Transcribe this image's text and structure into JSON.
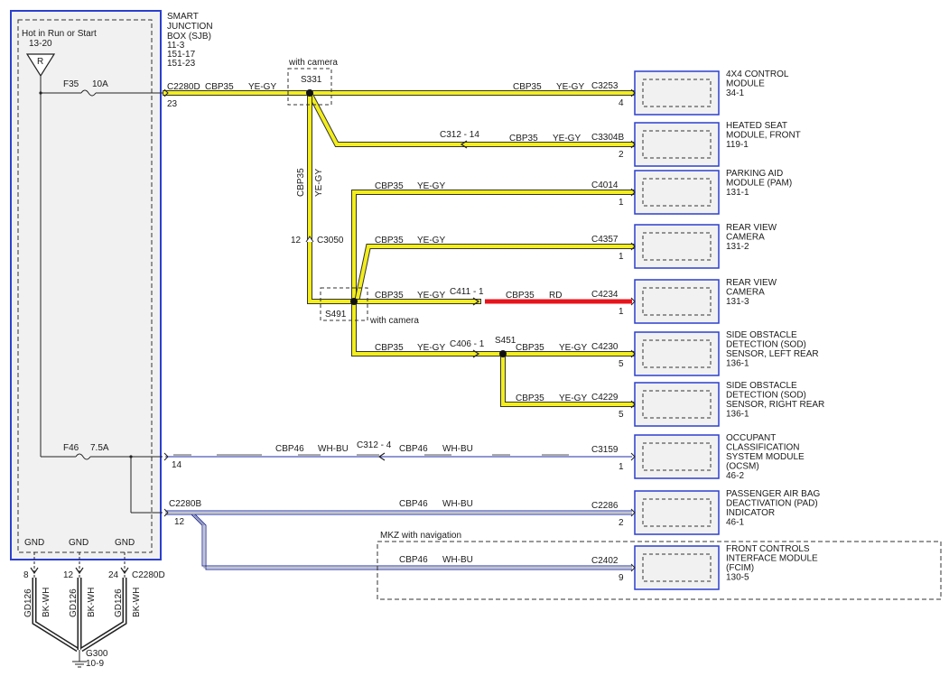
{
  "sjb": {
    "title_lines": [
      "SMART",
      "JUNCTION",
      "BOX (SJB)",
      "11-3",
      "151-17",
      "151-23"
    ],
    "hot_label": "Hot in Run or Start",
    "hot_ref": "13-20",
    "relay_glyph": "R",
    "fuse_f35": "F35",
    "fuse_f35_amp": "10A",
    "fuse_f46": "F46",
    "fuse_f46_amp": "7.5A",
    "gnd": [
      "GND",
      "GND",
      "GND"
    ]
  },
  "connectors": {
    "c2280d_top": "C2280D",
    "pin_23": "23",
    "pin_14": "14",
    "c2280b": "C2280B",
    "pin_12_b": "12",
    "c3050": "C3050",
    "pin_12_c3050": "12",
    "c312_14": "C312 - 14",
    "c312_4": "C312 - 4",
    "c411_1": "C411 - 1",
    "c406_1": "C406 - 1",
    "c2280d_bottom": "C2280D",
    "gnd_pins": [
      "8",
      "12",
      "24"
    ]
  },
  "splices": {
    "s331": "S331",
    "s331_note": "with camera",
    "s491": "S491",
    "s491_note": "with camera",
    "s451": "S451"
  },
  "circuits": {
    "cbp35": "CBP35",
    "ye_gy": "YE-GY",
    "cbp46": "CBP46",
    "wh_bu": "WH-BU",
    "rd": "RD",
    "gd126": "GD126",
    "bk_wh": "BK-WH"
  },
  "modules": [
    {
      "connector": "C3253",
      "pin": "4",
      "lines": [
        "4X4 CONTROL",
        "MODULE",
        "34-1"
      ]
    },
    {
      "connector": "C3304B",
      "pin": "2",
      "lines": [
        "HEATED SEAT",
        "MODULE, FRONT",
        "119-1"
      ]
    },
    {
      "connector": "C4014",
      "pin": "1",
      "lines": [
        "PARKING AID",
        "MODULE (PAM)",
        "131-1"
      ]
    },
    {
      "connector": "C4357",
      "pin": "1",
      "lines": [
        "REAR VIEW",
        "CAMERA",
        "131-2"
      ]
    },
    {
      "connector": "C4234",
      "pin": "1",
      "lines": [
        "REAR VIEW",
        "CAMERA",
        "131-3"
      ]
    },
    {
      "connector": "C4230",
      "pin": "5",
      "lines": [
        "SIDE OBSTACLE",
        "DETECTION (SOD)",
        "SENSOR, LEFT REAR",
        "136-1"
      ]
    },
    {
      "connector": "C4229",
      "pin": "5",
      "lines": [
        "SIDE OBSTACLE",
        "DETECTION (SOD)",
        "SENSOR, RIGHT REAR",
        "136-1"
      ]
    },
    {
      "connector": "C3159",
      "pin": "1",
      "lines": [
        "OCCUPANT",
        "CLASSIFICATION",
        "SYSTEM MODULE",
        "(OCSM)",
        "46-2"
      ]
    },
    {
      "connector": "C2286",
      "pin": "2",
      "lines": [
        "PASSENGER AIR BAG",
        "DEACTIVATION (PAD)",
        "INDICATOR",
        "46-1"
      ]
    },
    {
      "connector": "C2402",
      "pin": "9",
      "lines": [
        "FRONT CONTROLS",
        "INTERFACE MODULE",
        "(FCIM)",
        "130-5"
      ]
    }
  ],
  "mkz_note": "MKZ with navigation",
  "ground": {
    "name": "G300",
    "ref": "10-9"
  },
  "colors": {
    "yellow": "#f3ee1c",
    "red": "#e8141c",
    "blue_wire": "#1f2fa8",
    "box_blue": "#2b3fcf",
    "sjb_fill": "#f1f1f1"
  }
}
